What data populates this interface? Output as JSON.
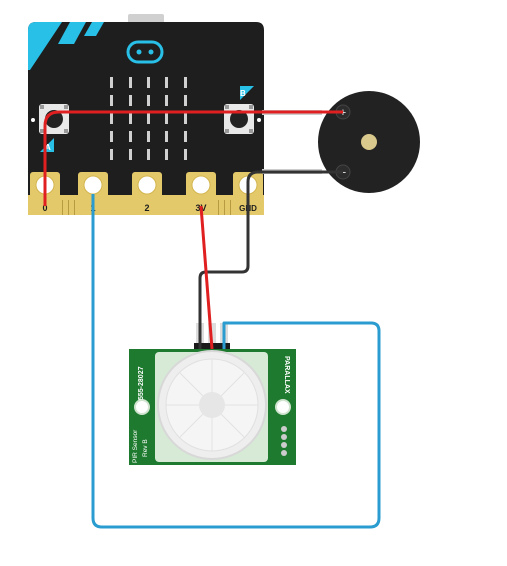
{
  "colors": {
    "board": "#1e1e1e",
    "accent": "#29c0e8",
    "gold": "#e3c96a",
    "wire_red": "#e02020",
    "wire_black": "#333333",
    "wire_blue": "#2a9cd0",
    "pcb_green": "#1e7a2e"
  },
  "microbit": {
    "button_a_label": "A",
    "button_b_label": "B",
    "pins": [
      {
        "label": "0"
      },
      {
        "label": "1"
      },
      {
        "label": "2"
      },
      {
        "label": "3V"
      },
      {
        "label": "GND"
      }
    ]
  },
  "buzzer": {
    "plus_label": "+",
    "minus_label": "−"
  },
  "pir_sensor": {
    "part_number": "555-28027",
    "name_line1": "PIR Sensor",
    "name_line2": "Rev B",
    "brand": "PARALLAX"
  }
}
